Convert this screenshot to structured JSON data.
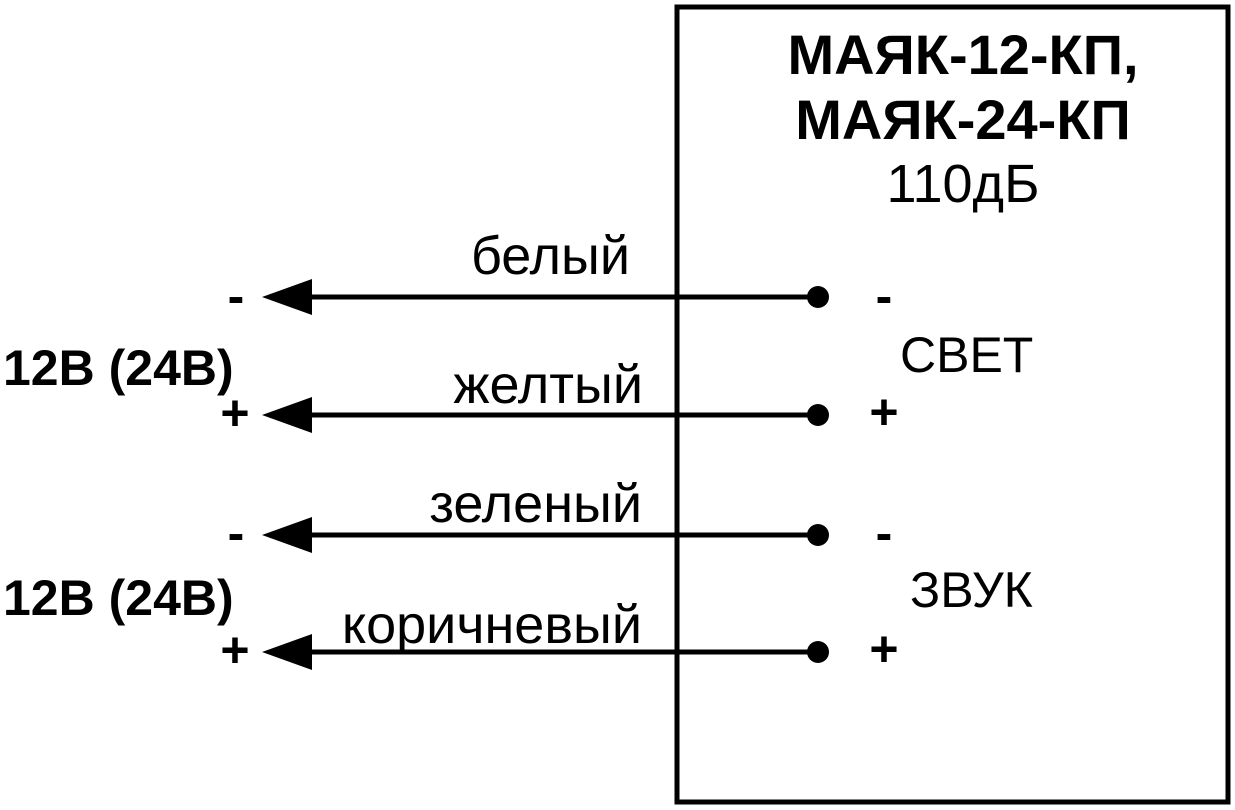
{
  "diagram": {
    "device": {
      "model_line1": "МАЯК-12-КП,",
      "model_line2": "МАЯК-24-КП",
      "sound_level": "110дБ"
    },
    "channels": [
      {
        "name": "СВЕТ",
        "supply": "12В (24В)",
        "wires": [
          {
            "color": "белый",
            "polarity": "-"
          },
          {
            "color": "желтый",
            "polarity": "+"
          }
        ]
      },
      {
        "name": "ЗВУК",
        "supply": "12В (24В)",
        "wires": [
          {
            "color": "зеленый",
            "polarity": "-"
          },
          {
            "color": "коричневый",
            "polarity": "+"
          }
        ]
      }
    ],
    "colors": {
      "ink": "#000000",
      "background": "#ffffff"
    }
  }
}
